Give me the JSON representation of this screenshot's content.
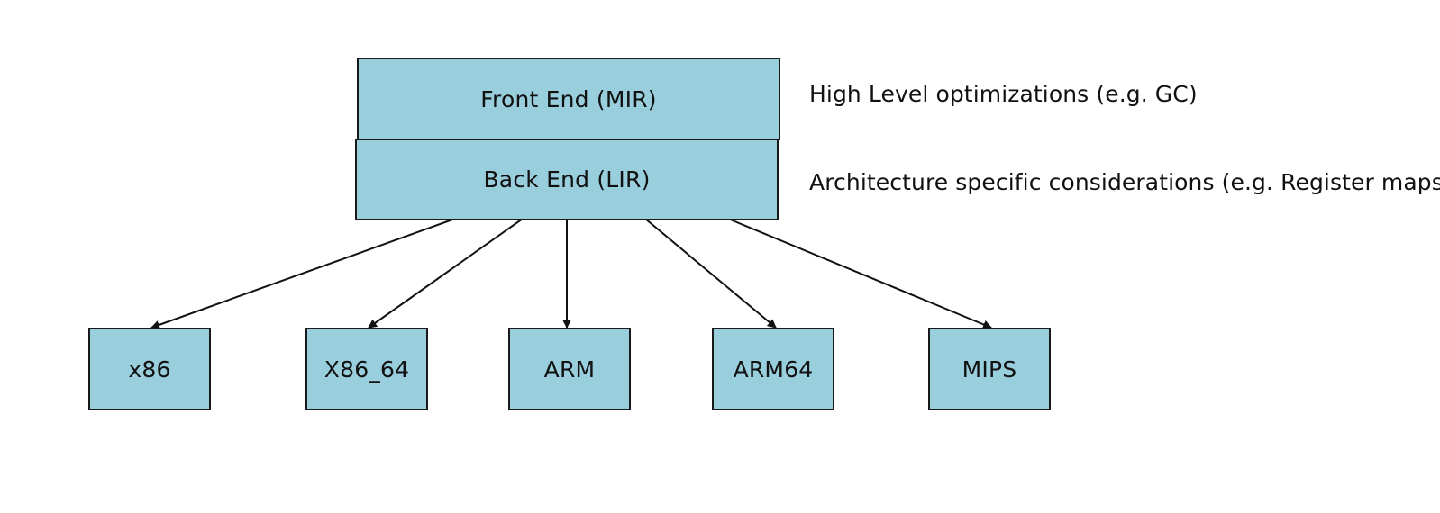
{
  "layers": {
    "front_end": "Front End (MIR)",
    "back_end": "Back End (LIR)"
  },
  "notes": {
    "front_end": "High Level optimizations (e.g. GC)",
    "back_end": "Architecture specific considerations (e.g. Register maps)"
  },
  "targets": [
    {
      "label": "x86"
    },
    {
      "label": "X86_64"
    },
    {
      "label": "ARM"
    },
    {
      "label": "ARM64"
    },
    {
      "label": "MIPS"
    }
  ],
  "colors": {
    "box_fill": "#99cedd",
    "stroke": "#1a1a1a"
  }
}
